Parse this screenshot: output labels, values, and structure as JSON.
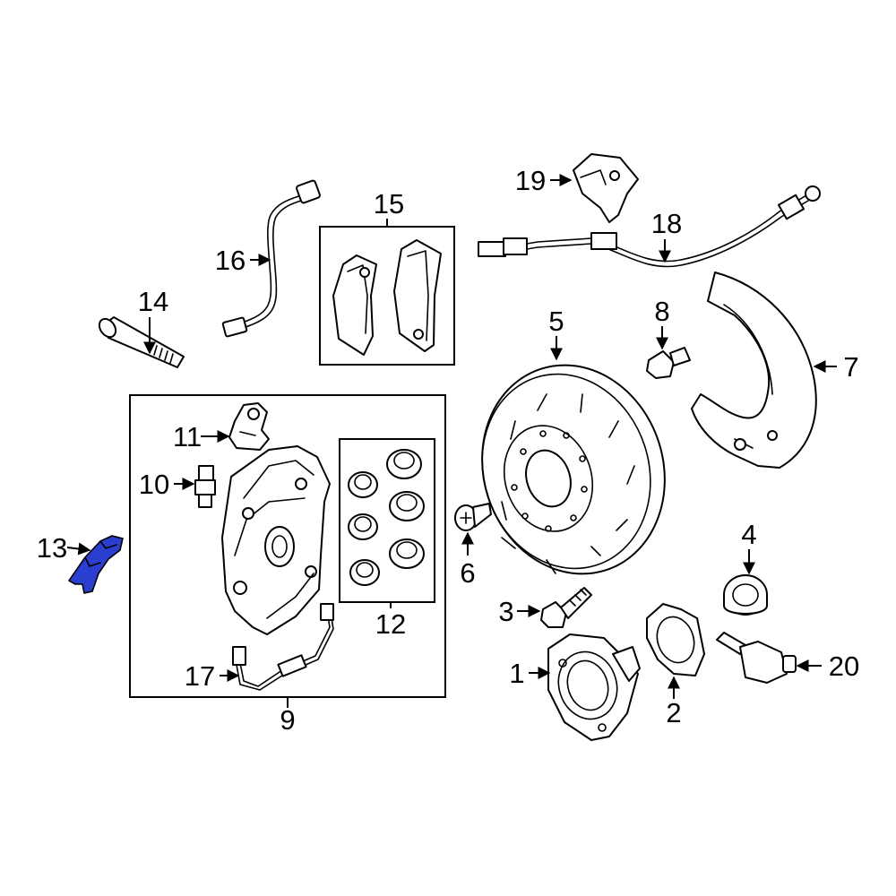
{
  "callouts": {
    "c1": "1",
    "c2": "2",
    "c3": "3",
    "c4": "4",
    "c5": "5",
    "c6": "6",
    "c7": "7",
    "c8": "8",
    "c9": "9",
    "c10": "10",
    "c11": "11",
    "c12": "12",
    "c13": "13",
    "c14": "14",
    "c15": "15",
    "c16": "16",
    "c17": "17",
    "c18": "18",
    "c19": "19",
    "c20": "20"
  },
  "highlight_color": "#2a3fd0",
  "highlighted_part": "13"
}
